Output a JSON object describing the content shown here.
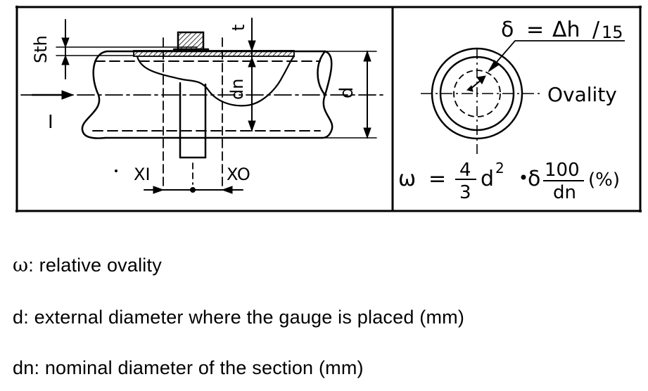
{
  "diagram": {
    "left_panel": {
      "label_sth": "Sth",
      "label_t": "t",
      "label_dn": "dn",
      "label_d": "d",
      "label_current": "I",
      "label_xi": "XI",
      "label_xo": "XO"
    },
    "right_panel": {
      "delta_lhs": "δ",
      "delta_equals": "=",
      "delta_rhs": "Δh",
      "delta_den": "15",
      "ovality_label": "Ovality",
      "formula_omega": "ω",
      "formula_equals": "=",
      "frac_num": "4",
      "frac_den": "3",
      "formula_d": "d",
      "formula_exp": "2",
      "formula_delta": "δ",
      "frac2_num": "100",
      "frac2_den": "dn",
      "formula_unit": "(%)"
    }
  },
  "legend": [
    {
      "symbol": "ω",
      "text": ":  relative ovality"
    },
    {
      "symbol": "d",
      "text": ":  external diameter where the gauge is placed (mm)"
    },
    {
      "symbol": "dn",
      "text": ": nominal diameter of the section (mm)"
    }
  ]
}
